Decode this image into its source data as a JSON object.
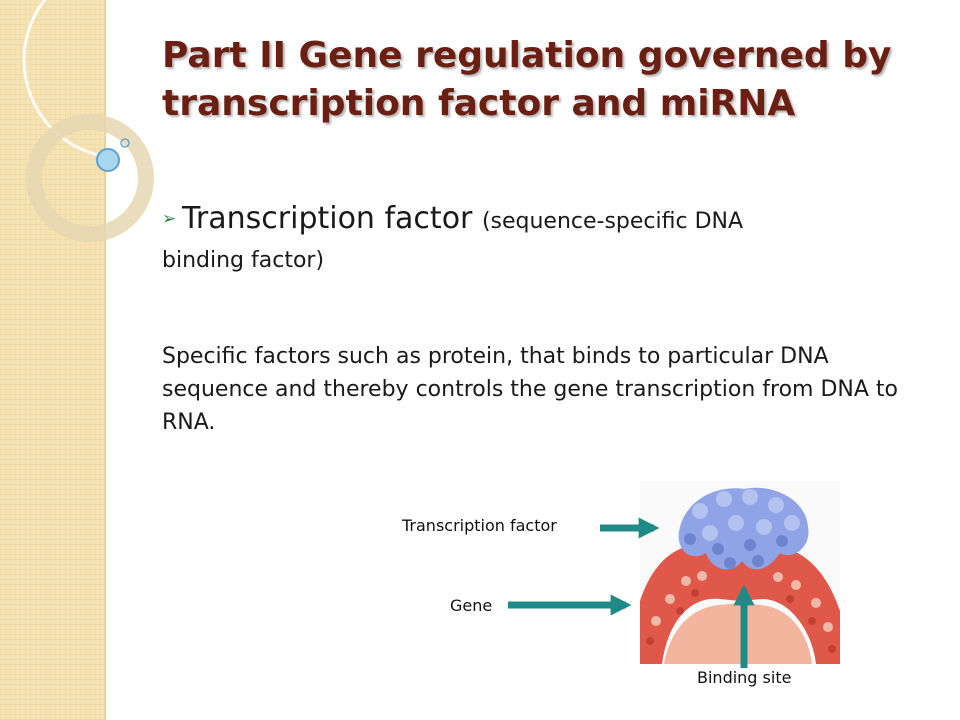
{
  "slide": {
    "title": "Part II Gene regulation governed by transcription factor and miRNA",
    "bullet": {
      "heading": "Transcription factor",
      "note_start": "(sequence-specific DNA",
      "note_end": "binding factor)"
    },
    "paragraph": "Specific factors such as protein, that binds to particular DNA sequence and thereby controls the gene transcription from DNA to RNA."
  },
  "figure": {
    "labels": {
      "transcription_factor": "Transcription factor",
      "gene": "Gene",
      "binding_site": "Binding site"
    }
  },
  "colors": {
    "title": "#6b1e12",
    "sidebar": "#f6e3b4",
    "arrow": "#1f8a86",
    "bullet_mark": "#2f7d46",
    "protein": "#8fa3e6",
    "dna": "#e0584a"
  }
}
